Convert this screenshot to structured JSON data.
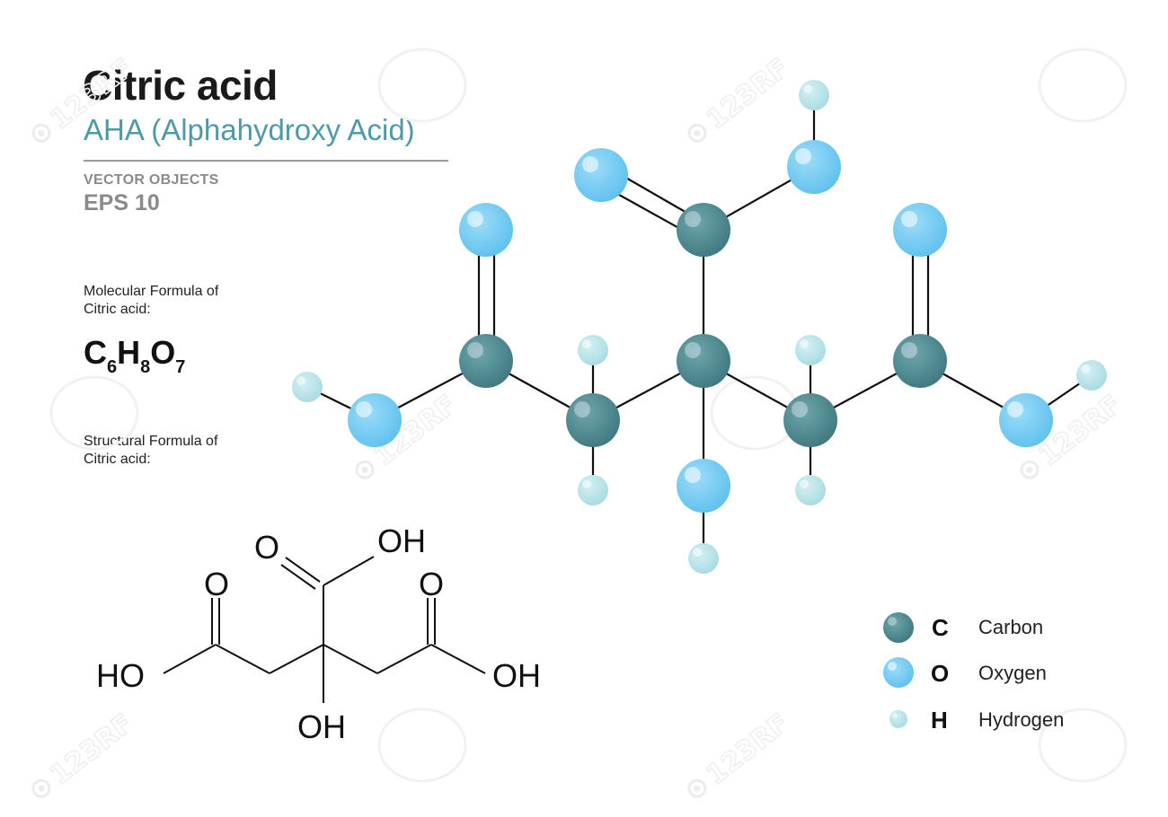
{
  "header": {
    "title": "Citric acid",
    "subtitle": "AHA  (Alphahydroxy Acid)",
    "vector_label": "VECTOR OBJECTS",
    "eps_label": "EPS 10"
  },
  "info": {
    "molecular_label_1": "Molecular Formula of",
    "molecular_label_2": "Citric acid:",
    "formula": {
      "c": "C",
      "c_n": "6",
      "h": "H",
      "h_n": "8",
      "o": "O",
      "o_n": "7"
    },
    "structural_label_1": "Structural  Formula of",
    "structural_label_2": "Citric acid:"
  },
  "structural_formula": {
    "o_top_center": "O",
    "oh_top_center": "OH",
    "o_left": "O",
    "o_right": "O",
    "ho_left": "HO",
    "oh_right": "OH",
    "oh_bottom": "OH"
  },
  "legend": [
    {
      "symbol": "C",
      "name": "Carbon"
    },
    {
      "symbol": "O",
      "name": "Oxygen"
    },
    {
      "symbol": "H",
      "name": "Hydrogen"
    }
  ],
  "colors": {
    "carbon": "#4e8891",
    "oxygen": "#76ccf3",
    "hydrogen": "#b8e4ea",
    "subtitle": "#4e9aa8"
  },
  "watermark": "123RF"
}
